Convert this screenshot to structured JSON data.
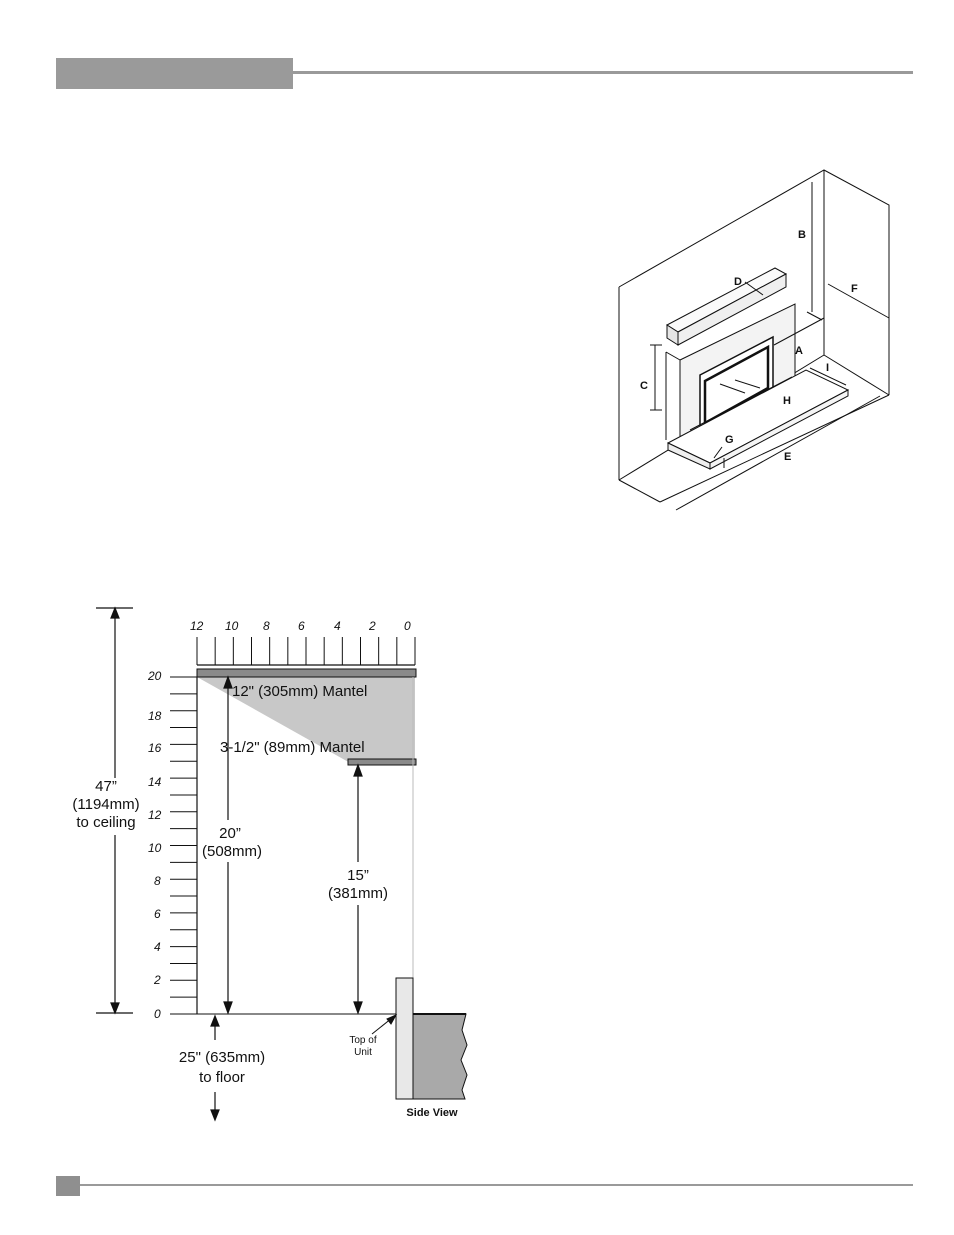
{
  "fireplace_diagram": {
    "labels": [
      "A",
      "B",
      "C",
      "D",
      "E",
      "F",
      "G",
      "H",
      "I"
    ]
  },
  "clearance_diagram": {
    "top_scale": [
      "12",
      "10",
      "8",
      "6",
      "4",
      "2",
      "0"
    ],
    "side_scale": [
      "20",
      "18",
      "16",
      "14",
      "12",
      "10",
      "8",
      "6",
      "4",
      "2",
      "0"
    ],
    "ceiling_line1": "47”",
    "ceiling_line2": "(1194mm)",
    "ceiling_line3": "to ceiling",
    "mantel_large": "12\" (305mm) Mantel",
    "mantel_small": "3-1/2\" (89mm) Mantel",
    "dim_20_line1": "20”",
    "dim_20_line2": "(508mm)",
    "dim_15_line1": "15”",
    "dim_15_line2": "(381mm)",
    "floor_line1": "25\" (635mm)",
    "floor_line2": "to floor",
    "top_of_unit_line1": "Top of",
    "top_of_unit_line2": "Unit",
    "side_view": "Side View"
  },
  "colors": {
    "header_bar": "#9a9a9a",
    "mantel_fill": "#8a8a8a",
    "shade_fill": "#c8c8c8",
    "wall_fill": "#a9a9a9",
    "unit_fill": "#e8e8e8"
  }
}
